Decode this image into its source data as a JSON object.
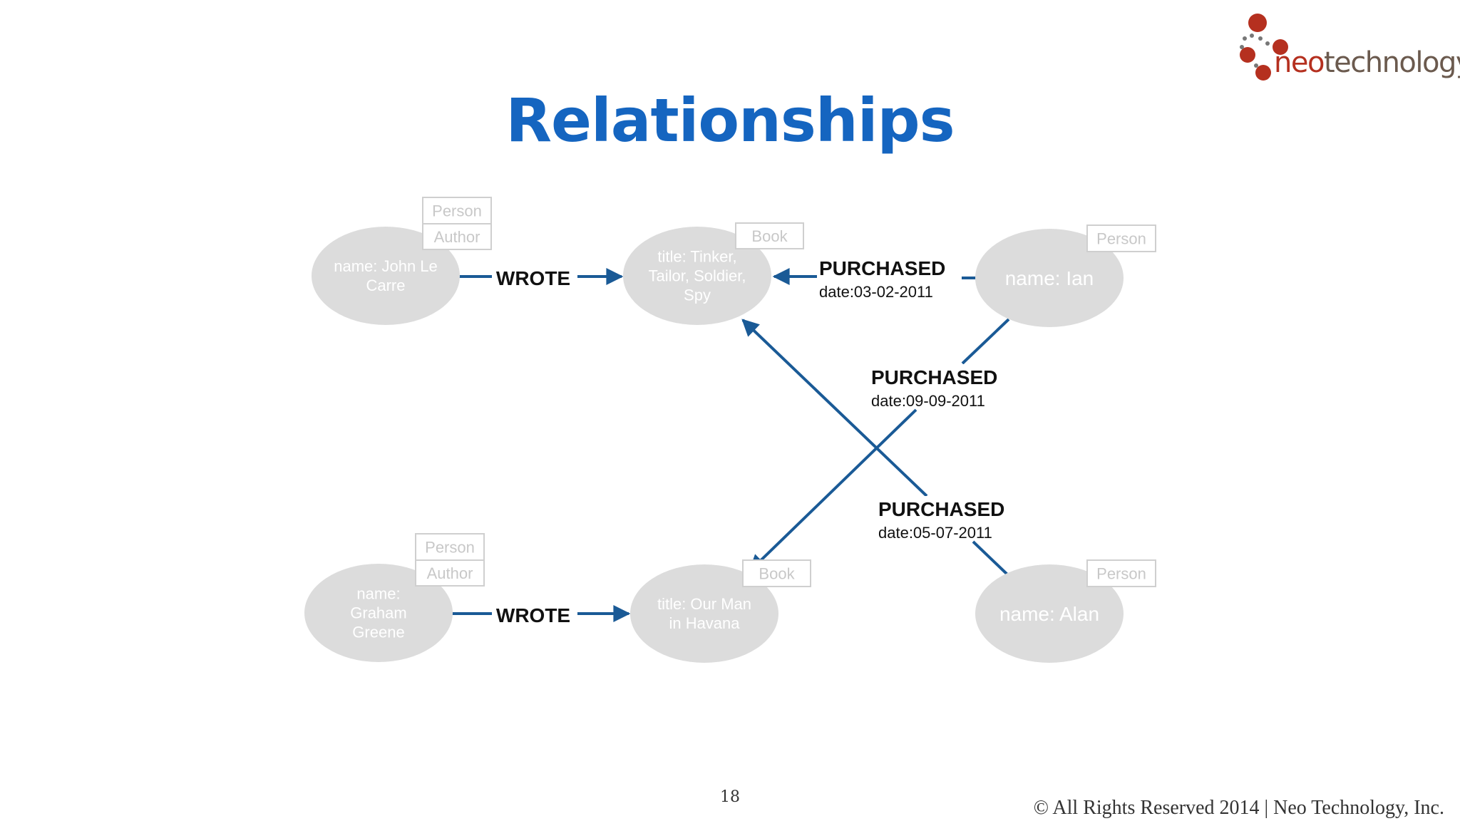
{
  "slide": {
    "title": "Relationships",
    "page_number": "18",
    "copyright": "© All Rights Reserved 2014 | Neo Technology, Inc."
  },
  "logo": {
    "neo": "neo",
    "tech": "technology"
  },
  "colors": {
    "title": "#1565c0",
    "node_fill": "#dcdcdc",
    "node_text": "#ffffff",
    "edge": "#1a5a96",
    "label_text": "#c8c8c8",
    "logo_red": "#b5301f",
    "logo_gray": "#6b5a4e"
  },
  "nodes": [
    {
      "id": "john",
      "lines": [
        "name: John Le",
        "Carre"
      ],
      "labels": [
        "Person",
        "Author"
      ]
    },
    {
      "id": "tinker",
      "lines": [
        "title: Tinker,",
        "Tailor, Soldier,",
        "Spy"
      ],
      "labels": [
        "Book"
      ]
    },
    {
      "id": "ian",
      "lines": [
        "name: Ian"
      ],
      "labels": [
        "Person"
      ]
    },
    {
      "id": "graham",
      "lines": [
        "name:",
        "Graham",
        "Greene"
      ],
      "labels": [
        "Person",
        "Author"
      ]
    },
    {
      "id": "havana",
      "lines": [
        "title: Our Man",
        "in Havana"
      ],
      "labels": [
        "Book"
      ]
    },
    {
      "id": "alan",
      "lines": [
        "name: Alan"
      ],
      "labels": [
        "Person"
      ]
    }
  ],
  "relationships": [
    {
      "id": "wrote-1",
      "from": "john",
      "to": "tinker",
      "type": "WROTE",
      "property": ""
    },
    {
      "id": "purchased-ian-tinker",
      "from": "ian",
      "to": "tinker",
      "type": "PURCHASED",
      "property": "date:03-02-2011"
    },
    {
      "id": "purchased-ian-havana",
      "from": "ian",
      "to": "havana",
      "type": "PURCHASED",
      "property": "date:09-09-2011"
    },
    {
      "id": "purchased-alan-tinker",
      "from": "alan",
      "to": "tinker",
      "type": "PURCHASED",
      "property": "date:05-07-2011"
    },
    {
      "id": "wrote-2",
      "from": "graham",
      "to": "havana",
      "type": "WROTE",
      "property": ""
    }
  ]
}
